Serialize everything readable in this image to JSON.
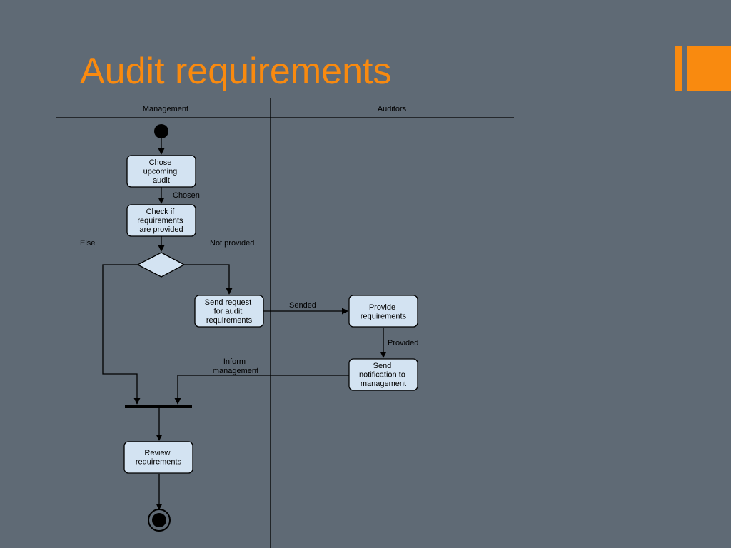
{
  "slide": {
    "title": "Audit requirements",
    "accent_color": "#f98a0f",
    "background_color": "#5f6a75"
  },
  "diagram": {
    "lanes": [
      "Management",
      "Auditors"
    ],
    "nodes": {
      "chose_audit": [
        "Chose",
        "upcoming",
        "audit"
      ],
      "check_requirements": [
        "Check if",
        "requirements",
        "are provided"
      ],
      "send_request": [
        "Send request",
        "for audit",
        "requirements"
      ],
      "provide_requirements": [
        "Provide",
        "requirements"
      ],
      "send_notification": [
        "Send",
        "notification to",
        "management"
      ],
      "review_requirements": [
        "Review",
        "requirements"
      ]
    },
    "edge_labels": {
      "chosen": "Chosen",
      "else": "Else",
      "not_provided": "Not provided",
      "sended": "Sended",
      "provided": "Provided",
      "inform_management": [
        "Inform",
        "management"
      ]
    },
    "node_fill": "#d3e3f2"
  }
}
